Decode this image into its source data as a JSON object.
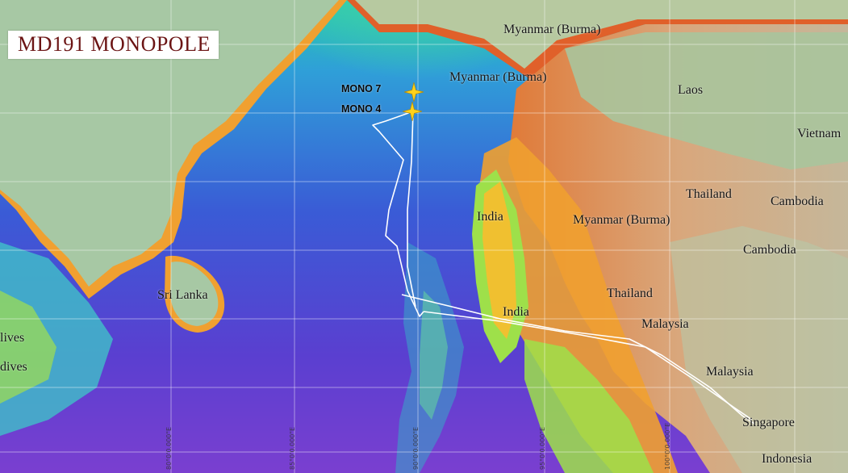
{
  "map": {
    "title": "MD191 MONOPOLE",
    "place_labels": [
      "Myanmar (Burma)",
      "Myanmar (Burma)",
      "Laos",
      "Vietnam",
      "Thailand",
      "Cambodia",
      "Cambodia",
      "India",
      "Myanmar (Burma)",
      "Sri Lanka",
      "Thailand",
      "India",
      "Malaysia",
      "Malaysia",
      "Singapore",
      "Indonesia",
      "lives",
      "dives"
    ],
    "sites": [
      {
        "label": "MONO 7",
        "marker": "star-icon"
      },
      {
        "label": "MONO 4",
        "marker": "star-icon"
      }
    ],
    "grid_labels": [
      "80°0'0.000\"E",
      "85°0'0.000\"E",
      "90°0'0.000\"E",
      "95°0'0.000\"E",
      "100°0'0.000\"E"
    ],
    "colors": {
      "deep_ocean": "#7a3fd0",
      "mid_ocean": "#3a5bd6",
      "shelf": "#38c0d8",
      "shallow": "#9ee04a",
      "coast": "#f0a030",
      "land": "#a7c8a4",
      "title_text": "#6b1414",
      "marker": "#ffd21a",
      "track": "#ffffff"
    }
  }
}
